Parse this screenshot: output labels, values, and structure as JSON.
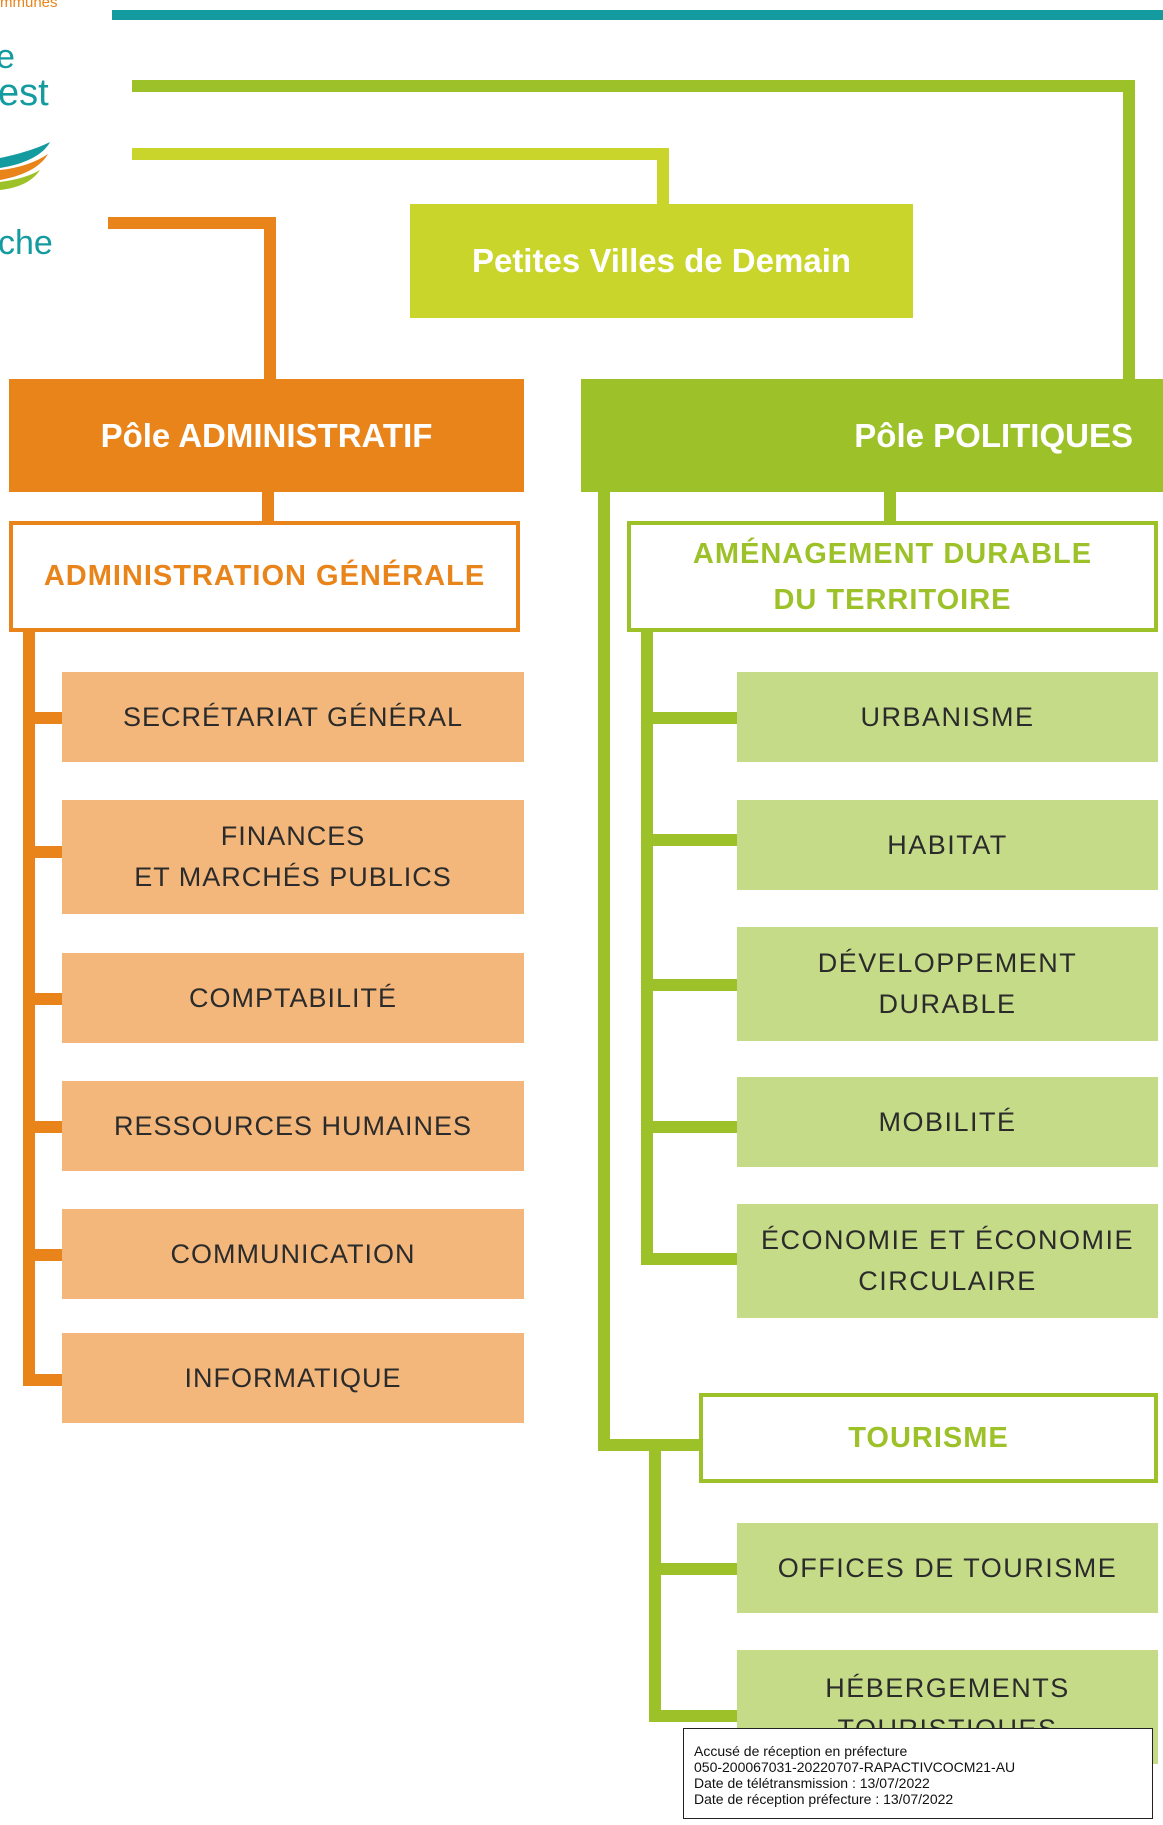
{
  "logo": {
    "line1": "mmunes",
    "line2": "e",
    "line3": "est",
    "line4": "che"
  },
  "top_node": {
    "label": "Petites Villes de Demain"
  },
  "poles": [
    {
      "label": "Pôle ADMINISTRATIF",
      "color": "#e8841a",
      "services": [
        {
          "label": "ADMINISTRATION GÉNÉRALE",
          "items": [
            "SECRÉTARIAT GÉNÉRAL",
            "FINANCES\nET MARCHÉS PUBLICS",
            "COMPTABILITÉ",
            "RESSOURCES HUMAINES",
            "COMMUNICATION",
            "INFORMATIQUE"
          ]
        }
      ]
    },
    {
      "label": "Pôle POLITIQUES",
      "color": "#9dc128",
      "services": [
        {
          "label": "AMÉNAGEMENT DURABLE\nDU TERRITOIRE",
          "items": [
            "URBANISME",
            "HABITAT",
            "DÉVELOPPEMENT\nDURABLE",
            "MOBILITÉ",
            "ÉCONOMIE ET ÉCONOMIE\nCIRCULAIRE"
          ]
        },
        {
          "label": "TOURISME",
          "items": [
            "OFFICES DE TOURISME",
            "HÉBERGEMENTS\nTOURISTIQUES"
          ]
        }
      ]
    }
  ],
  "stamp": {
    "line1": "Accusé de réception en préfecture",
    "line2": "050-200067031-20220707-RAPACTIVCOCM21-AU",
    "line3": "Date de télétransmission : 13/07/2022",
    "line4": "Date de réception préfecture : 13/07/2022"
  },
  "colors": {
    "orange": "#e8841a",
    "orange_light": "#f3b77b",
    "green": "#9dc128",
    "green_light": "#c5db88",
    "yellow_green": "#cad52b",
    "teal": "#139ba0"
  }
}
